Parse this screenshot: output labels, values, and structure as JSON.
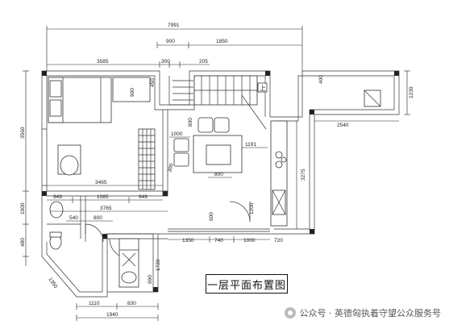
{
  "title": "一层平面布置图",
  "watermark": "公众号 · 英德匈执着守望公众服务号",
  "dimensions": {
    "overall_top": "7991",
    "top_900": "900",
    "top_1850": "1850",
    "top_3585": "3585",
    "top_300": "300",
    "top_205": "205",
    "left_3560": "3560",
    "left_1000": "1000",
    "left_480": "480",
    "left_1350_diag": "1350",
    "v_450": "450",
    "v_900": "900",
    "v_800": "800",
    "v_1000": "1000",
    "h_1191": "1191",
    "v_300": "300",
    "h_800": "800",
    "h_3465": "3465",
    "h_949a": "949",
    "h_1085": "1085",
    "h_949b": "949",
    "h_3765": "3765",
    "h_540": "540",
    "h_800b": "800",
    "v_600": "600",
    "v_1200": "1200",
    "h_1350": "1350",
    "h_740": "740",
    "h_1000": "1000",
    "h_720": "720",
    "v_1720": "1720",
    "v_690": "690",
    "right_1230": "1230",
    "right_400": "400",
    "h_2540": "2540",
    "v_3275": "3275",
    "h_1110": "1110",
    "h_830": "830",
    "h_1940": "1940",
    "stair_label": "上"
  }
}
